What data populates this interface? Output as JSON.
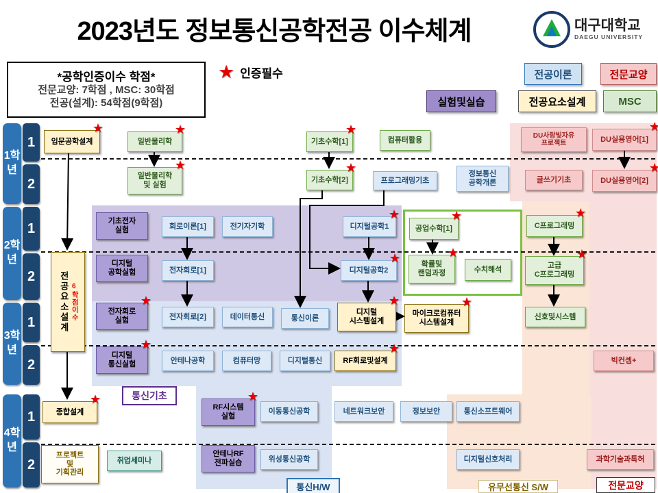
{
  "slide": {
    "title": "2023년도 정보통신공학전공 이수체계",
    "logo": {
      "university": "대구대학교",
      "university_en": "DAEGU UNIVERSITY"
    }
  },
  "info_box": {
    "line1": "*공학인증이수 학점*",
    "line2": "전문교양: 7학점 , MSC: 30학점",
    "line3": "전공(설계): 54학점(9학점)"
  },
  "star_note": "인증필수",
  "icons": {
    "star": "★"
  },
  "legend": {
    "theory": "전공이론",
    "liberal": "전문교양",
    "lab": "실험및실습",
    "design": "전공요소설계",
    "msc": "MSC"
  },
  "years": [
    {
      "label": "1학\n년",
      "s1": "1",
      "s2": "2"
    },
    {
      "label": "2학\n년",
      "s1": "1",
      "s2": "2"
    },
    {
      "label": "3학\n년",
      "s1": "1",
      "s2": "2"
    },
    {
      "label": "4학\n년",
      "s1": "1",
      "s2": "2"
    }
  ],
  "vertical_box": {
    "label": "전공요소설계",
    "note": "6학점이수"
  },
  "courses": {
    "intro_design": "입문공학설계",
    "gen_physics": "일반물리학",
    "basic_math1": "기초수학[1]",
    "computer_use": "컴퓨터활용",
    "du_love_light": "DU사랑빛자유\n프로젝트",
    "du_english1": "DU실용영어[1]",
    "gen_physics_lab": "일반물리학\n및 실험",
    "basic_math2": "기초수학[2]",
    "prog_basics": "프로그래밍기초",
    "ict_intro": "정보통신\n공학개론",
    "writing_basics": "글쓰기기초",
    "du_english2": "DU실용영어[2]",
    "basic_elec_lab": "기초전자\n실험",
    "circuit_theory1": "회로이론[1]",
    "electromagnetics": "전기자기학",
    "digital_eng1": "디지털공학1",
    "eng_math1": "공업수학[1]",
    "c_prog": "C프로그래밍",
    "digital_eng_lab": "디지털\n공학실험",
    "elec_circuit1": "전자회로[1]",
    "digital_eng2": "디지털공학2",
    "prob_random": "확률및\n랜덤과정",
    "numerical": "수치해석",
    "adv_c_prog": "고급\nC프로그래밍",
    "elec_circuit_lab": "전자회로\n실험",
    "elec_circuit2": "전자회로[2]",
    "data_comm": "데이터통신",
    "comm_theory": "통신이론",
    "digital_sys_design": "디지털\n시스템설계",
    "micro_sys_design": "마이크로컴퓨터\n시스템설계",
    "signals_systems": "신호및시스템",
    "digital_comm_lab": "디지털\n통신실험",
    "antenna_eng": "안테나공학",
    "computer_network": "컴퓨터망",
    "digital_comm": "디지털통신",
    "rf_circuit_design": "RF회로및설계",
    "big_concept": "빅컨셉+",
    "capstone": "종합설계",
    "rf_sys_lab": "RF시스템\n실험",
    "mobile_comm": "이동통신공학",
    "network_security": "네트워크보안",
    "info_security": "정보보안",
    "comm_software": "통신소프트웨어",
    "project_mgmt": "프로젝트\n및\n기획관리",
    "job_seminar": "취업세미나",
    "antenna_rf_practice": "안테나RF\n전파실습",
    "satellite_comm": "위성통신공학",
    "dsp": "디지털신호처리",
    "sci_tech_patent": "과학기술과특허"
  },
  "group_labels": {
    "comm_basic": "통신기초",
    "comm_hw": "통신H/W",
    "wireless_sw": "유무선통신 S/W",
    "liberal_bottom": "전문교양"
  }
}
